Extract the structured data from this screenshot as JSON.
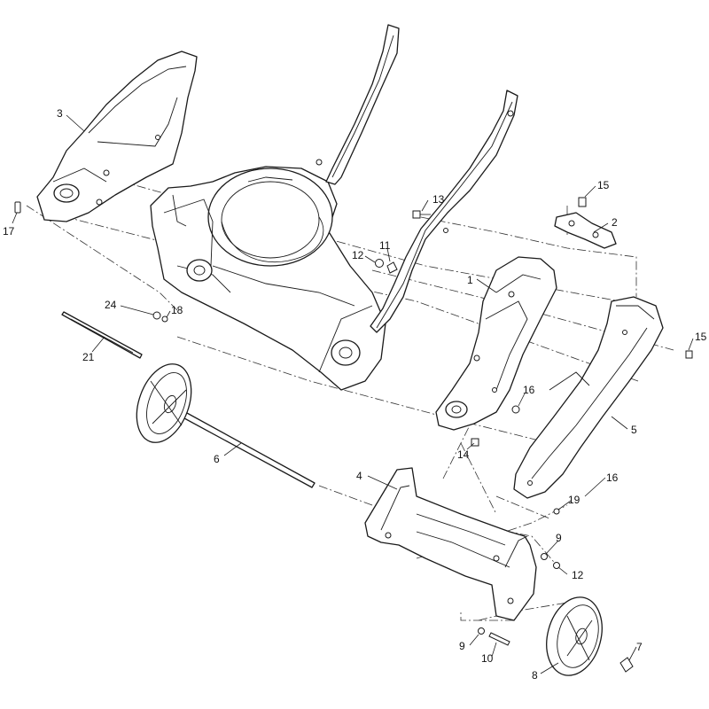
{
  "diagram": {
    "callouts": [
      {
        "id": "c3",
        "text": "3"
      },
      {
        "id": "c17",
        "text": "17"
      },
      {
        "id": "c13",
        "text": "13"
      },
      {
        "id": "c15a",
        "text": "15"
      },
      {
        "id": "c2",
        "text": "2"
      },
      {
        "id": "c11",
        "text": "11"
      },
      {
        "id": "c12a",
        "text": "12"
      },
      {
        "id": "c1",
        "text": "1"
      },
      {
        "id": "c15b",
        "text": "15"
      },
      {
        "id": "c24",
        "text": "24"
      },
      {
        "id": "c18",
        "text": "18"
      },
      {
        "id": "c21",
        "text": "21"
      },
      {
        "id": "c16a",
        "text": "16"
      },
      {
        "id": "c5",
        "text": "5"
      },
      {
        "id": "c14",
        "text": "14"
      },
      {
        "id": "c6",
        "text": "6"
      },
      {
        "id": "c4",
        "text": "4"
      },
      {
        "id": "c16b",
        "text": "16"
      },
      {
        "id": "c19",
        "text": "19"
      },
      {
        "id": "c9a",
        "text": "9"
      },
      {
        "id": "c12b",
        "text": "12"
      },
      {
        "id": "c9b",
        "text": "9"
      },
      {
        "id": "c10",
        "text": "10"
      },
      {
        "id": "c7",
        "text": "7"
      },
      {
        "id": "c8",
        "text": "8"
      }
    ]
  }
}
